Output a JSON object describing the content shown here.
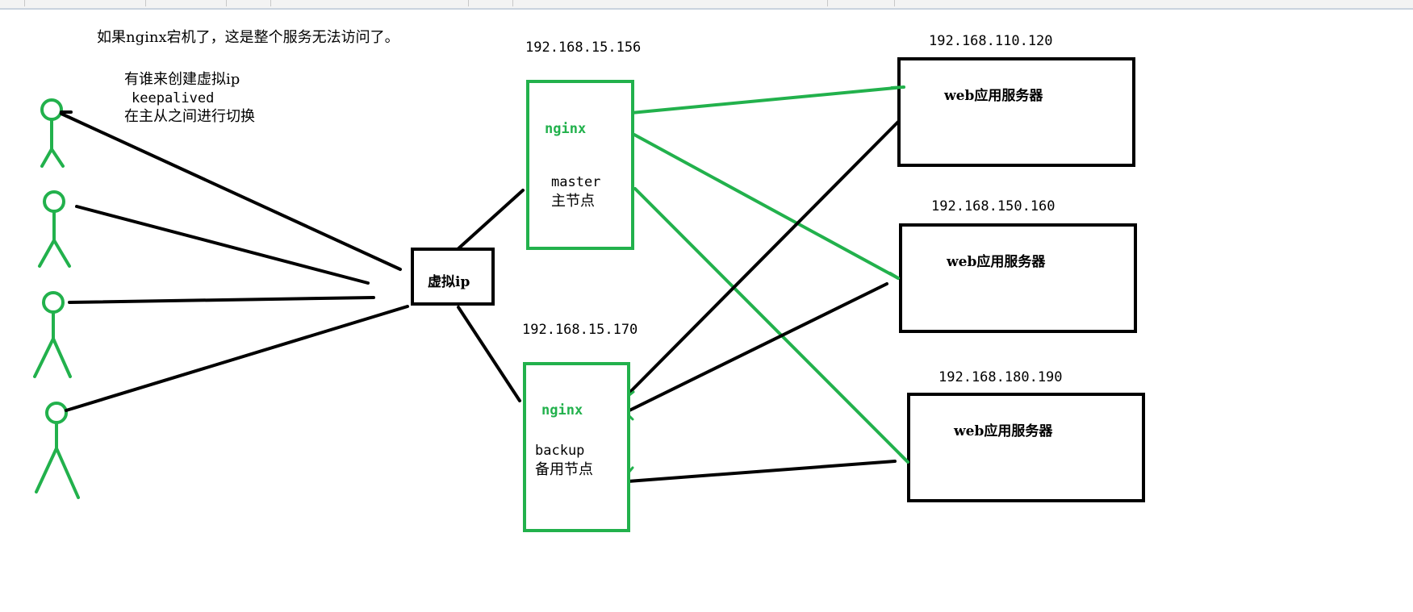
{
  "colors": {
    "green": "#22b14c",
    "black": "#000000"
  },
  "notes": {
    "line1": "如果nginx宕机了，这是整个服务无法访问了。",
    "line2": "有谁来创建虚拟ip",
    "line3": "keepalived",
    "line4": "在主从之间进行切换"
  },
  "virtual_ip": {
    "label": "虚拟ip"
  },
  "master": {
    "ip": "192.168.15.156",
    "name": "nginx",
    "role": "master",
    "role_cn": "主节点"
  },
  "backup": {
    "ip": "192.168.15.170",
    "name": "nginx",
    "role": "backup",
    "role_cn": "备用节点"
  },
  "servers": [
    {
      "ip": "192.168.110.120",
      "label": "web应用服务器"
    },
    {
      "ip": "192.168.150.160",
      "label": "web应用服务器"
    },
    {
      "ip": "192.168.180.190",
      "label": "web应用服务器"
    }
  ],
  "users": [
    {
      "icon": "user-icon"
    },
    {
      "icon": "user-icon"
    },
    {
      "icon": "user-icon"
    },
    {
      "icon": "user-icon"
    }
  ]
}
